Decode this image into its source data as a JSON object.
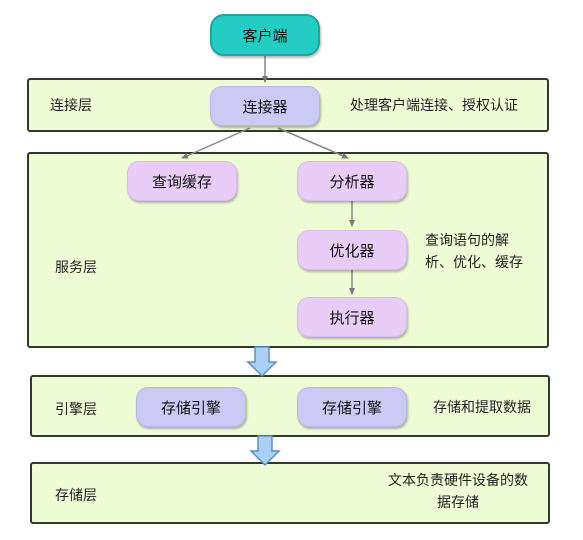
{
  "nodes": {
    "client": "客户端",
    "connector": "连接器",
    "query_cache": "查询缓存",
    "analyzer": "分析器",
    "optimizer": "优化器",
    "executor": "执行器",
    "storage_engine_1": "存储引擎",
    "storage_engine_2": "存储引擎"
  },
  "layers": {
    "connection": {
      "name": "连接层",
      "desc": "处理客户端连接、授权认证"
    },
    "service": {
      "name": "服务层",
      "desc_line1": "查询语句的解",
      "desc_line2": "析、优化、缓存"
    },
    "engine": {
      "name": "引擎层",
      "desc": "存储和提取数据"
    },
    "storage": {
      "name": "存储层",
      "desc_line1": "文本负责硬件设备的数",
      "desc_line2": "据存储"
    }
  },
  "colors": {
    "layer_fill": "#eefcd6",
    "client_fill": "#24ccc4",
    "pink_node": "#e9cdf7",
    "lavender_node": "#cccaf5",
    "block_arrow": "#a9d0f5"
  }
}
